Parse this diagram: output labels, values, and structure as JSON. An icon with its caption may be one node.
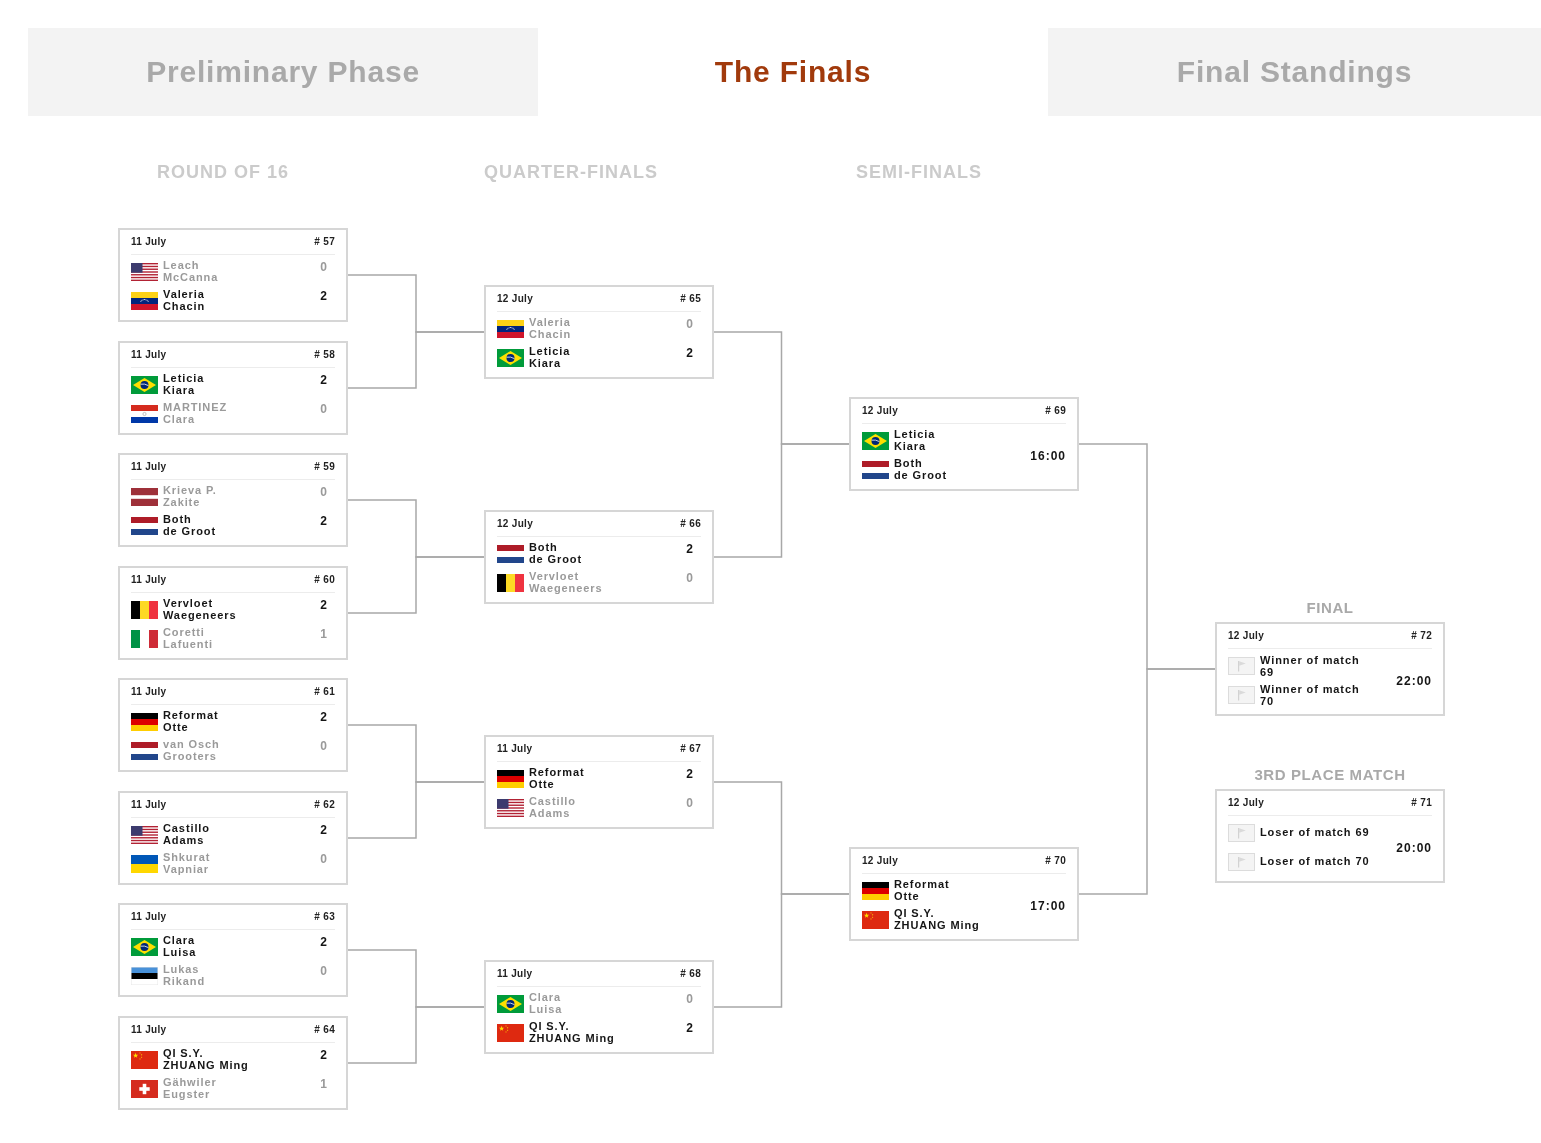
{
  "diagram": {
    "nodes": [
      {
        "text": [
          "11 July",
          "# 57",
          "Leach",
          "McCanna",
          "0",
          "Valeria",
          "Chacin",
          "2"
        ]
      },
      {
        "text": [
          "11 July",
          "# 58",
          "Leticia",
          "Kiara",
          "2",
          "MARTINEZ",
          "Clara",
          "0"
        ]
      },
      {
        "text": [
          "11 July",
          "# 59",
          "Krieva P.",
          "Zakite",
          "0",
          "Both",
          "de Groot",
          "2"
        ]
      },
      {
        "text": [
          "11 July",
          "# 60",
          "Vervloet",
          "Waegeneers",
          "2",
          "Coretti",
          "Lafuenti",
          "1"
        ]
      },
      {
        "text": [
          "11 July",
          "# 61",
          "Reformat",
          "Otte",
          "2",
          "van Osch",
          "Grooters",
          "0"
        ]
      },
      {
        "text": [
          "11 July",
          "# 62",
          "Castillo",
          "Adams",
          "2",
          "Shkurat",
          "Vapniar",
          "0"
        ]
      },
      {
        "text": [
          "11 July",
          "# 63",
          "Clara",
          "Luisa",
          "2",
          "Lukas",
          "Rikand",
          "0"
        ]
      },
      {
        "text": [
          "11 July",
          "# 64",
          "QI S.Y.",
          "ZHUANG Ming",
          "2",
          "Gähwiler",
          "Eugster",
          "1"
        ]
      },
      {
        "text": [
          "12 July",
          "# 65",
          "Valeria",
          "Chacin",
          "0",
          "Leticia",
          "Kiara",
          "2"
        ]
      },
      {
        "text": [
          "12 July",
          "# 66",
          "Both",
          "de Groot",
          "2",
          "Vervloet",
          "Waegeneers",
          "0"
        ]
      },
      {
        "text": [
          "11 July",
          "# 67",
          "Reformat",
          "Otte",
          "2",
          "Castillo",
          "Adams",
          "0"
        ]
      },
      {
        "text": [
          "11 July",
          "# 68",
          "Clara",
          "Luisa",
          "0",
          "QI S.Y.",
          "ZHUANG Ming",
          "2"
        ]
      },
      {
        "text": [
          "12 July",
          "# 69",
          "Leticia",
          "Kiara",
          "Both",
          "de Groot",
          "16:00"
        ]
      },
      {
        "text": [
          "12 July",
          "# 70",
          "Reformat",
          "Otte",
          "QI S.Y.",
          "ZHUANG Ming",
          "17:00"
        ]
      },
      {
        "text": [
          "12 July",
          "# 72",
          "Winner of match 69",
          "Winner of match 70",
          "22:00"
        ],
        "beside": [
          "FINAL"
        ]
      },
      {
        "text": [
          "12 July",
          "# 71",
          "Loser of match 69",
          "Loser of match 70",
          "20:00"
        ],
        "beside": [
          "3RD PLACE MATCH"
        ]
      }
    ],
    "edges": [
      {
        "from": 0,
        "to": 8,
        "arrow": "none"
      },
      {
        "from": 1,
        "to": 8,
        "arrow": "none"
      },
      {
        "from": 2,
        "to": 9,
        "arrow": "none"
      },
      {
        "from": 3,
        "to": 9,
        "arrow": "none"
      },
      {
        "from": 4,
        "to": 10,
        "arrow": "none"
      },
      {
        "from": 5,
        "to": 10,
        "arrow": "none"
      },
      {
        "from": 6,
        "to": 11,
        "arrow": "none"
      },
      {
        "from": 7,
        "to": 11,
        "arrow": "none"
      },
      {
        "from": 8,
        "to": 12,
        "arrow": "none"
      },
      {
        "from": 9,
        "to": 12,
        "arrow": "none"
      },
      {
        "from": 10,
        "to": 13,
        "arrow": "none"
      },
      {
        "from": 11,
        "to": 13,
        "arrow": "none"
      },
      {
        "from": 12,
        "to": 14,
        "arrow": "none"
      },
      {
        "from": 13,
        "to": 14,
        "arrow": "none"
      }
    ],
    "labels": [
      "Preliminary Phase",
      "The Finals",
      "Final Standings",
      "ROUND OF 16",
      "QUARTER-FINALS",
      "SEMI-FINALS"
    ]
  }
}
